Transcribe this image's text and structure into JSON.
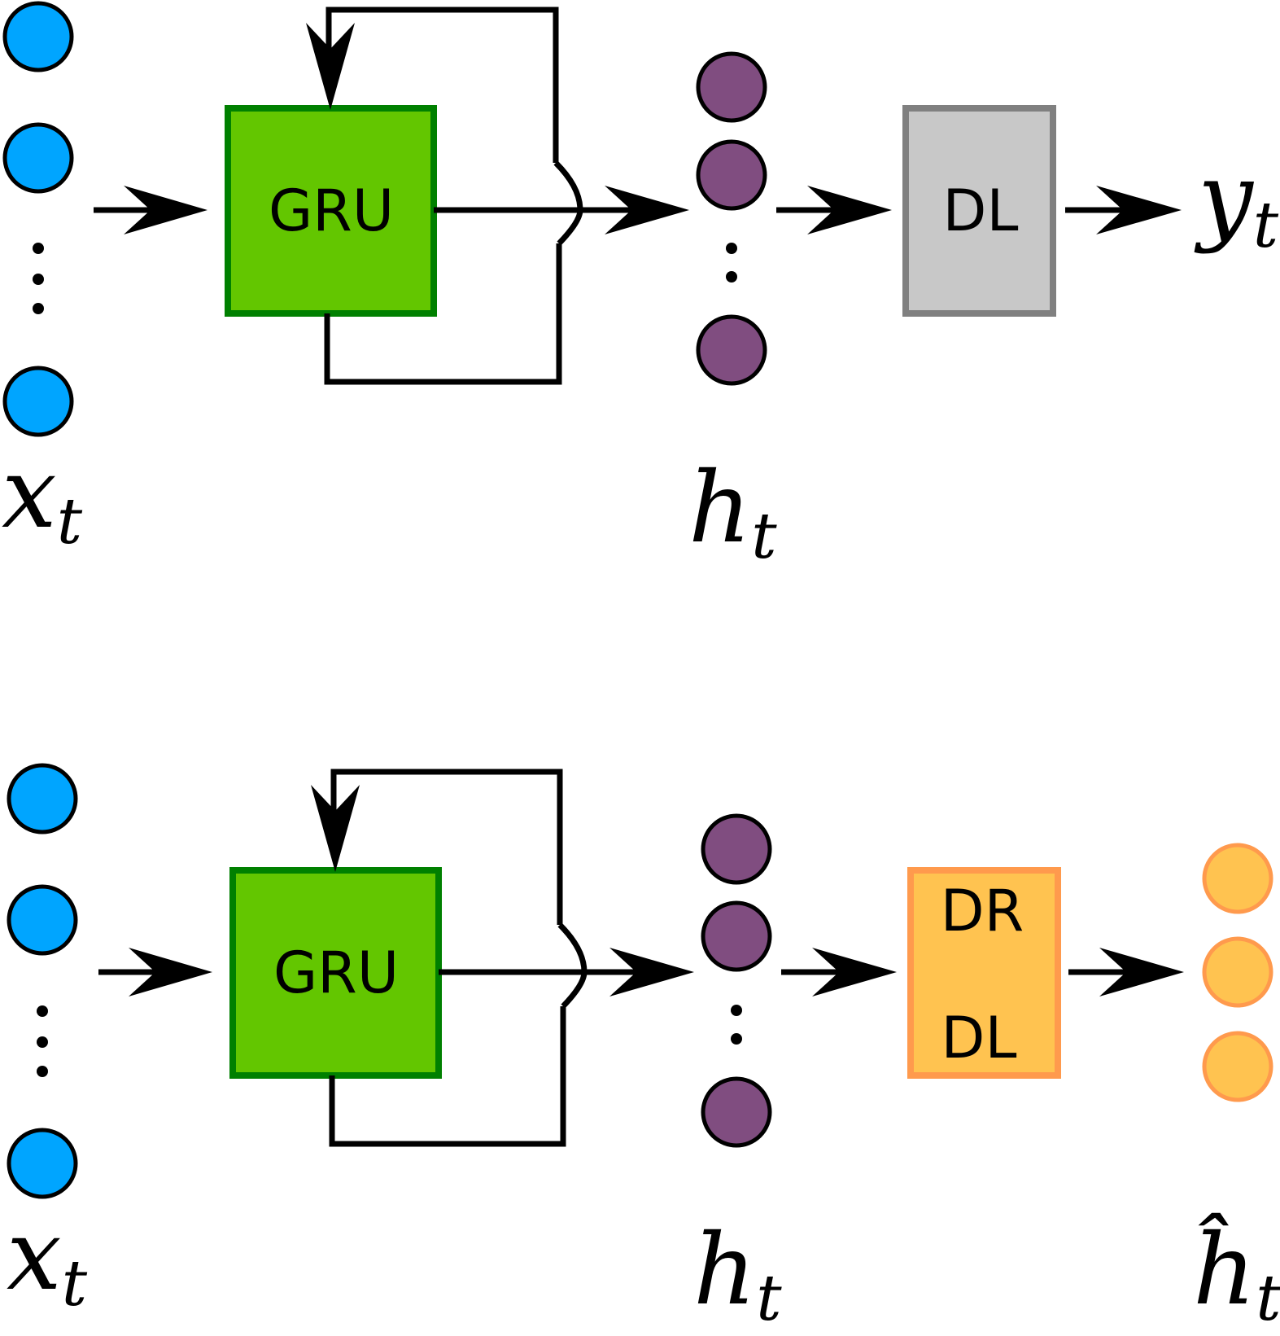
{
  "colors": {
    "input_fill": "#00a5ff",
    "hidden_fill": "#804d80",
    "output_fill": "#ffc350",
    "output_stroke": "#ff9a4d",
    "gru_fill": "#63c600",
    "gru_stroke": "#008000",
    "dl_fill": "#c8c8c8",
    "dl_stroke": "#808080",
    "drdl_fill": "#ffc350",
    "drdl_stroke": "#ff9a4d"
  },
  "top": {
    "gru_label": "GRU",
    "dl_label": "DL",
    "input_var": "x",
    "input_sub": "t",
    "hidden_var": "h",
    "hidden_sub": "t",
    "output_var": "y",
    "output_sub": "t"
  },
  "bottom": {
    "gru_label": "GRU",
    "box_label_1": "DR",
    "box_label_2": "DL",
    "input_var": "x",
    "input_sub": "t",
    "hidden_var": "h",
    "hidden_sub": "t",
    "output_var": "ĥ",
    "output_sub": "t"
  }
}
